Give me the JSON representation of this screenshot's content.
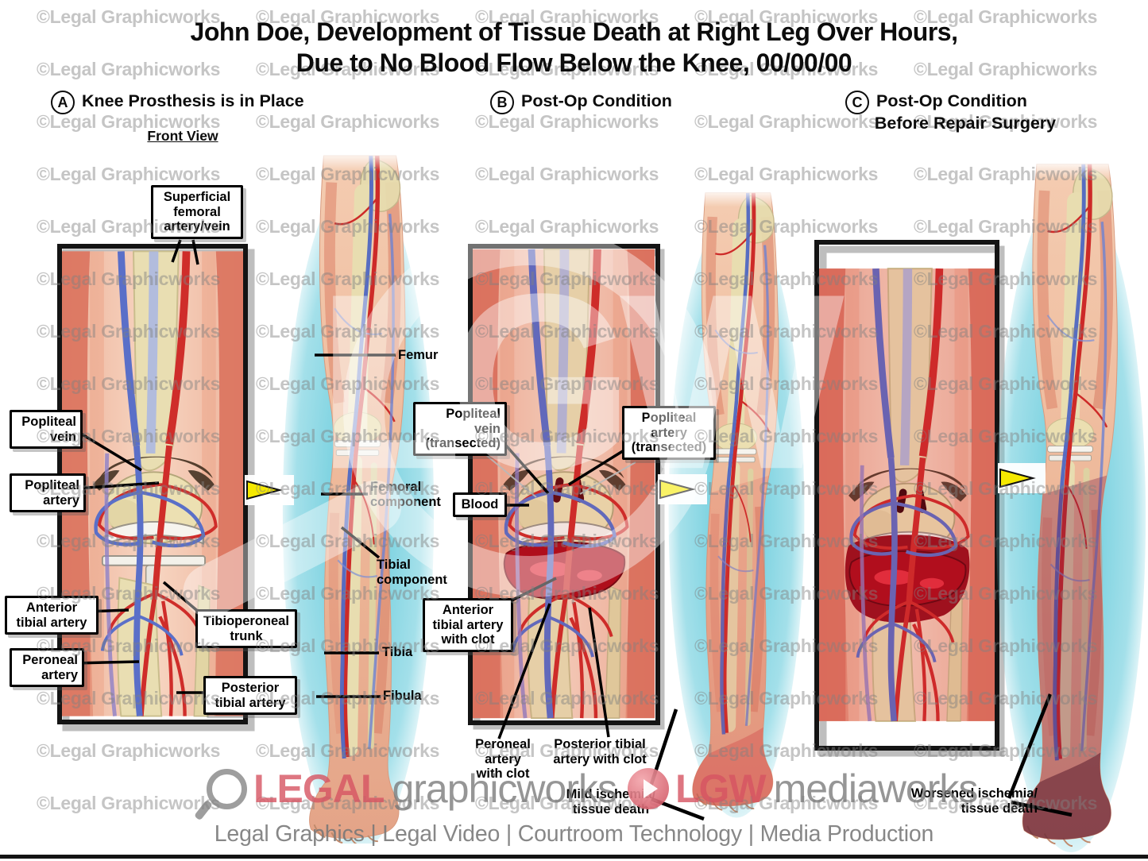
{
  "title": {
    "line1": "John Doe, Development of Tissue Death at Right Leg Over Hours,",
    "line2": "Due to No Blood Flow Below the Knee, 00/00/00"
  },
  "panels": [
    {
      "id": "A",
      "heading": "Knee Prosthesis is in Place",
      "heading2": "",
      "view_label": "Front View"
    },
    {
      "id": "B",
      "heading": "Post-Op Condition",
      "heading2": ""
    },
    {
      "id": "C",
      "heading": "Post-Op Condition",
      "heading2": "Before Repair Surgery"
    }
  ],
  "labels": {
    "superficial_femoral": "Superficial\nfemoral\nartery/vein",
    "popliteal_vein": "Popliteal\nvein",
    "popliteal_artery": "Popliteal\nartery",
    "anterior_tibial": "Anterior\ntibial artery",
    "peroneal": "Peroneal\nartery",
    "tibioperoneal": "Tibioperoneal\ntrunk",
    "posterior_tibial": "Posterior\ntibial artery",
    "femur": "Femur",
    "femoral_component": "Femoral\ncomponent",
    "tibial_component": "Tibial\ncomponent",
    "tibia": "Tibia",
    "fibula": "Fibula",
    "popliteal_vein_transected": "Popliteal\nvein\n(transected)",
    "popliteal_artery_transected": "Popliteal\nartery\n(transected)",
    "blood": "Blood",
    "anterior_tibial_clot": "Anterior\ntibial artery\nwith clot",
    "peroneal_clot": "Peroneal\nartery\nwith clot",
    "posterior_tibial_clot": "Posterior tibial\nartery with clot",
    "mild_ischemia": "Mild ischemia/\ntissue death",
    "worsened_ischemia": "Worsened ischemia/\ntissue death"
  },
  "watermark": {
    "tile": "©Legal Graphicworks",
    "center": "LGW"
  },
  "footer": {
    "brand": {
      "word1": "LEGAL",
      "word2": "graphicworks",
      "word3": "LGW",
      "word4": "mediaworks"
    },
    "services": "Legal Graphics | Legal Video | Courtroom Technology | Media Production"
  }
}
